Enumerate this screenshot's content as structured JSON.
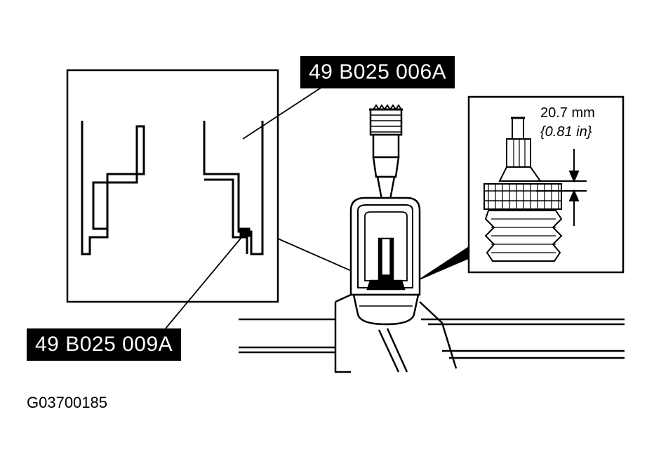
{
  "callouts": {
    "tool_upper": "49 B025 006A",
    "tool_lower": "49 B025 009A"
  },
  "dimension": {
    "metric": "20.7 mm",
    "imperial": "{0.81 in}"
  },
  "figure_id": "G03700185"
}
